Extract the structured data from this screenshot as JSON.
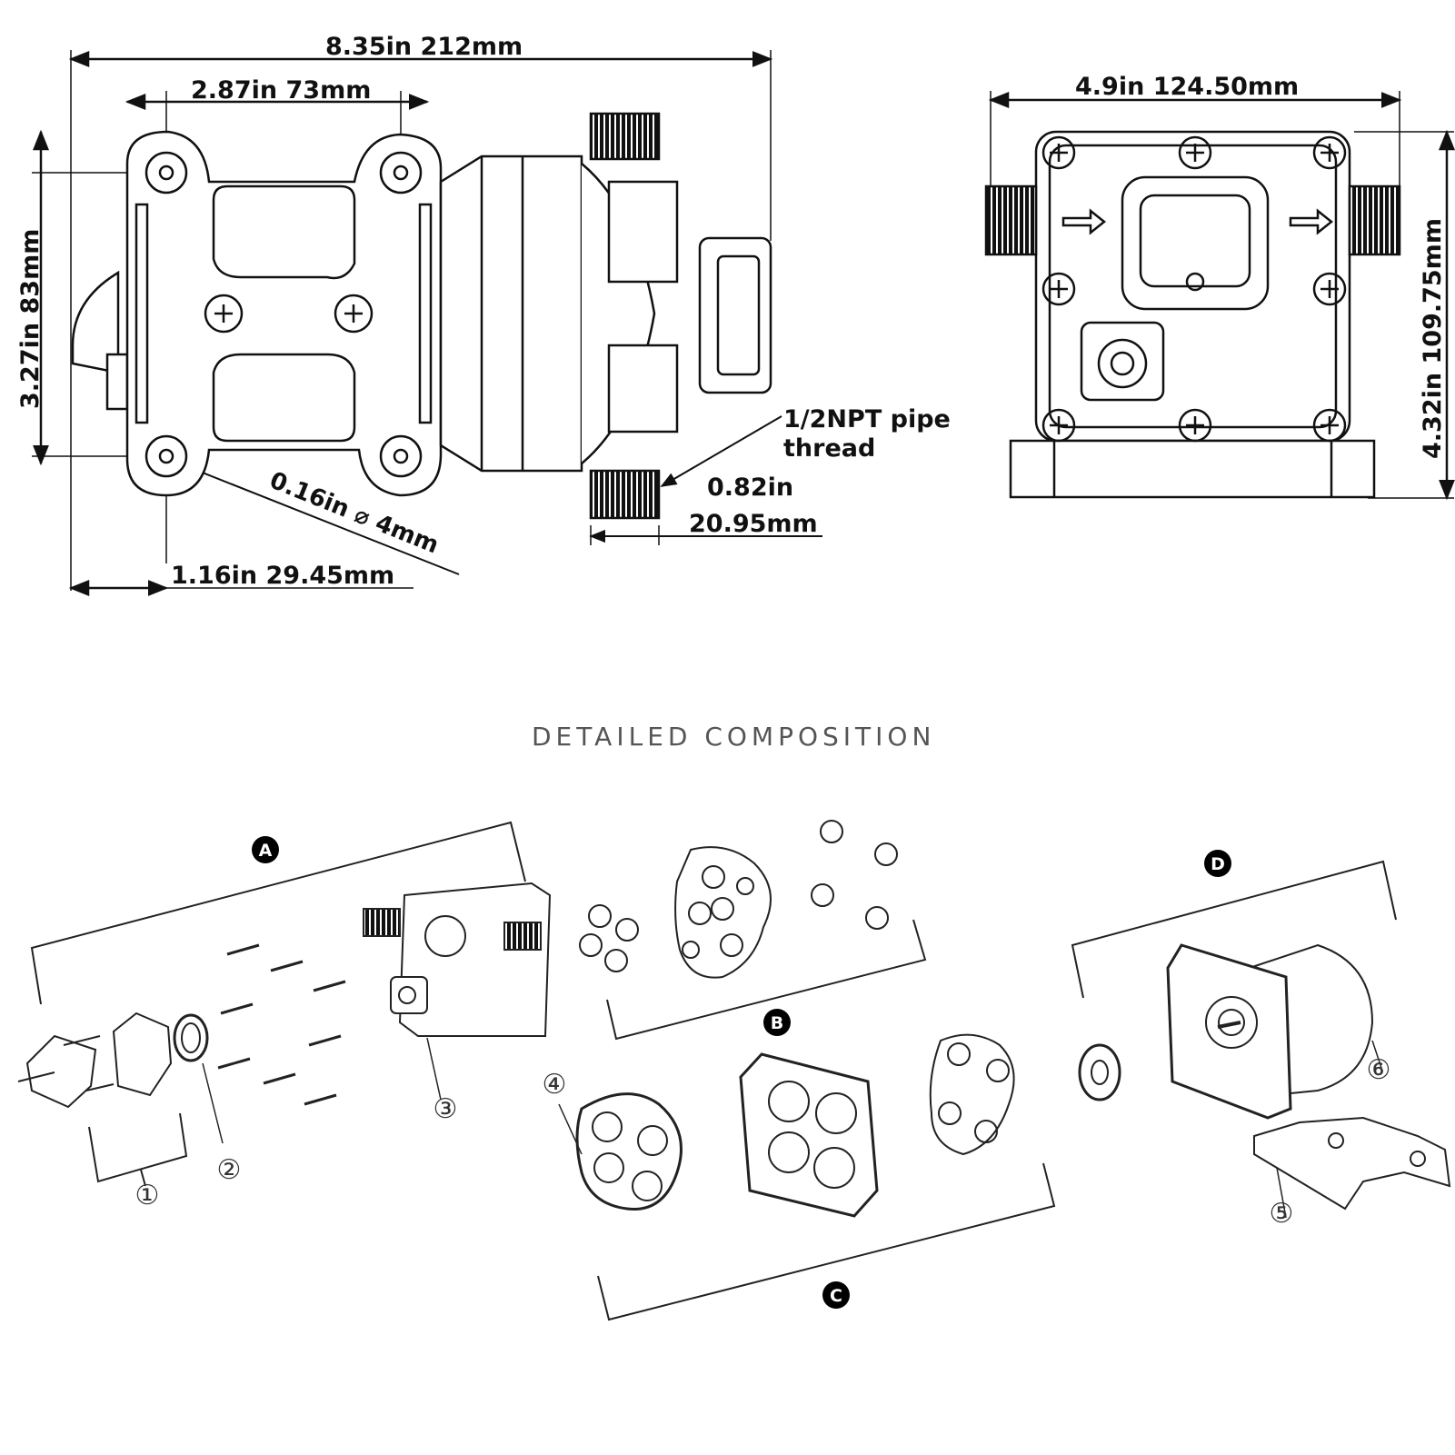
{
  "dimensions": {
    "overall_length": "8.35in   212mm",
    "mount_spacing": "2.87in   73mm",
    "height_side": "3.27in  83mm",
    "hole": "0.16in  ⌀ 4mm",
    "mount_offset": "1.16in  29.45mm",
    "thread_line1": "1/2NPT pipe",
    "thread_line2": "thread",
    "port_in": "0.82in",
    "port_mm": "20.95mm",
    "front_width": "4.9in 124.50mm",
    "front_height": "4.32in  109.75mm"
  },
  "section_title": "DETAILED COMPOSITION",
  "groups": [
    "A",
    "B",
    "C",
    "D"
  ],
  "parts": [
    "①",
    "②",
    "③",
    "④",
    "⑤",
    "⑥"
  ],
  "colors": {
    "line": "#111111",
    "title": "#555555",
    "bullet": "#000000"
  }
}
